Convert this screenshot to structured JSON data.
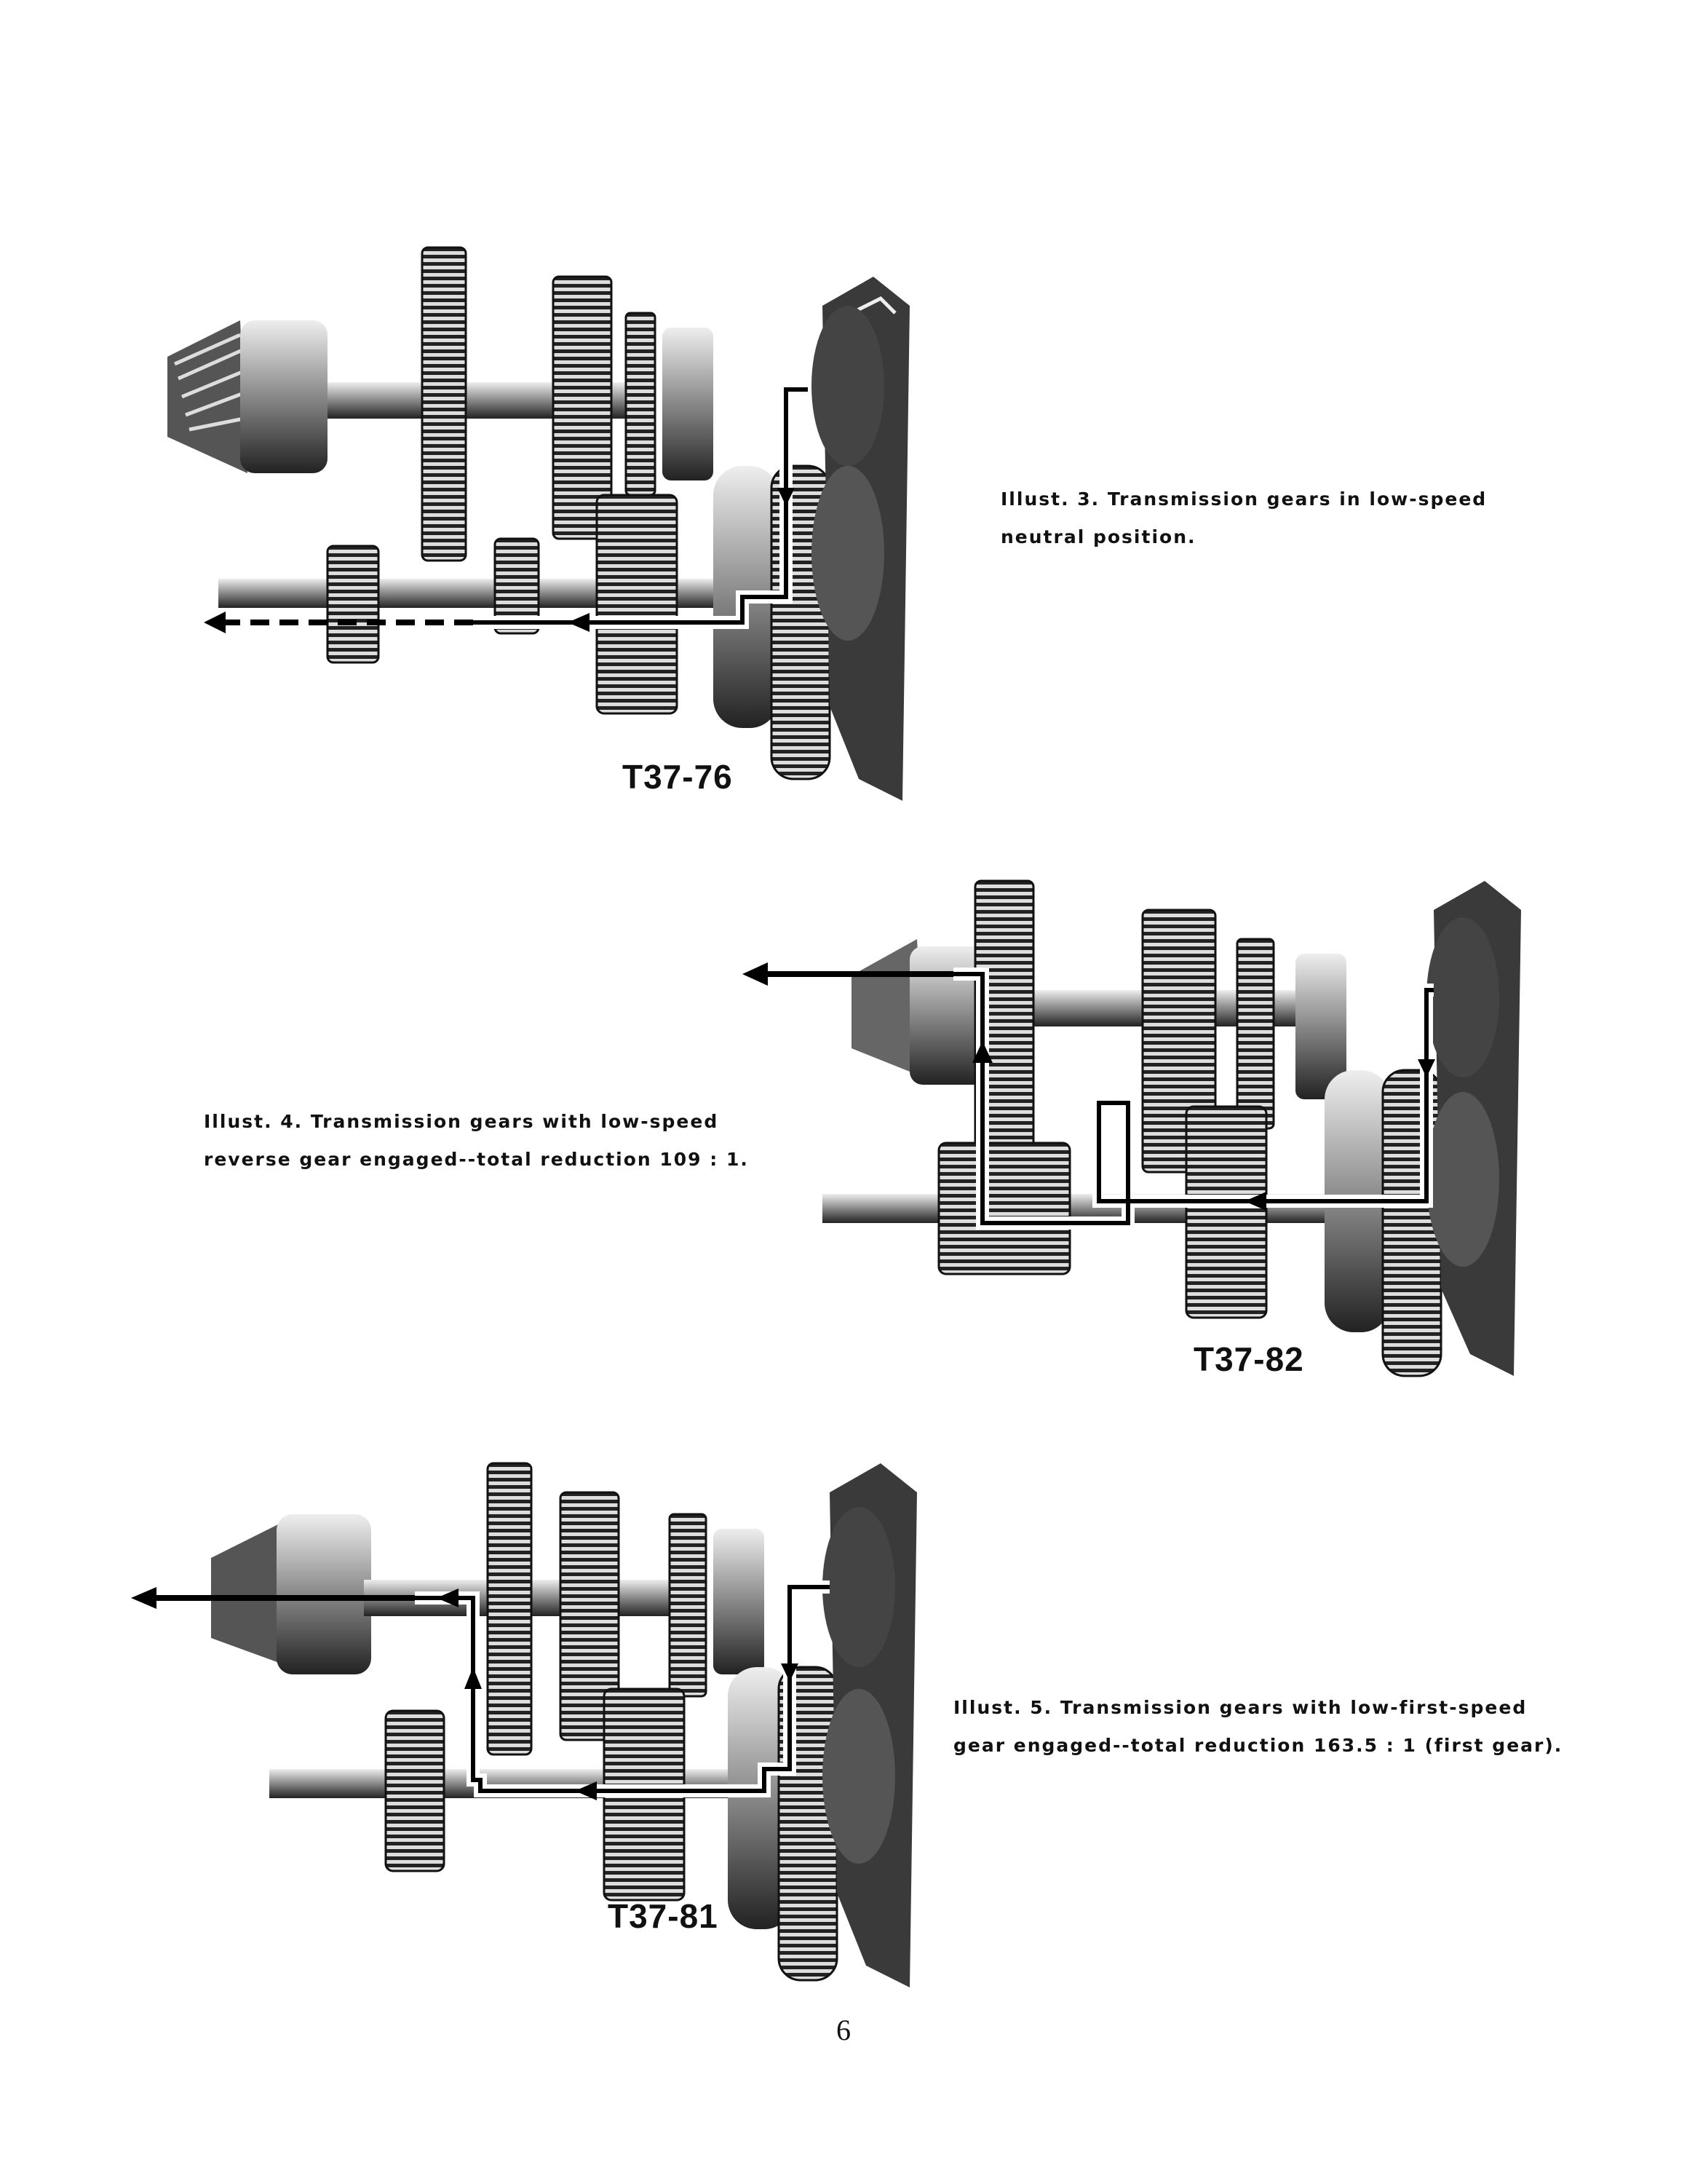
{
  "page": {
    "page_number": "6"
  },
  "figures": [
    {
      "label": "T37-76",
      "caption_line1": "Illust. 3.  Transmission gears in low-speed",
      "caption_line2": "neutral position."
    },
    {
      "label": "T37-82",
      "caption_line1": "Illust. 4.  Transmission gears with low-speed",
      "caption_line2": "reverse gear engaged--total reduction 109 : 1."
    },
    {
      "label": "T37-81",
      "caption_line1": "Illust. 5.  Transmission gears with low-first-speed",
      "caption_line2": "gear engaged--total reduction 163.5 : 1 (first gear)."
    }
  ],
  "colors": {
    "ink": "#111111",
    "steel": "#6b6b6b",
    "light": "#bdbdbd",
    "paper": "#ffffff"
  }
}
